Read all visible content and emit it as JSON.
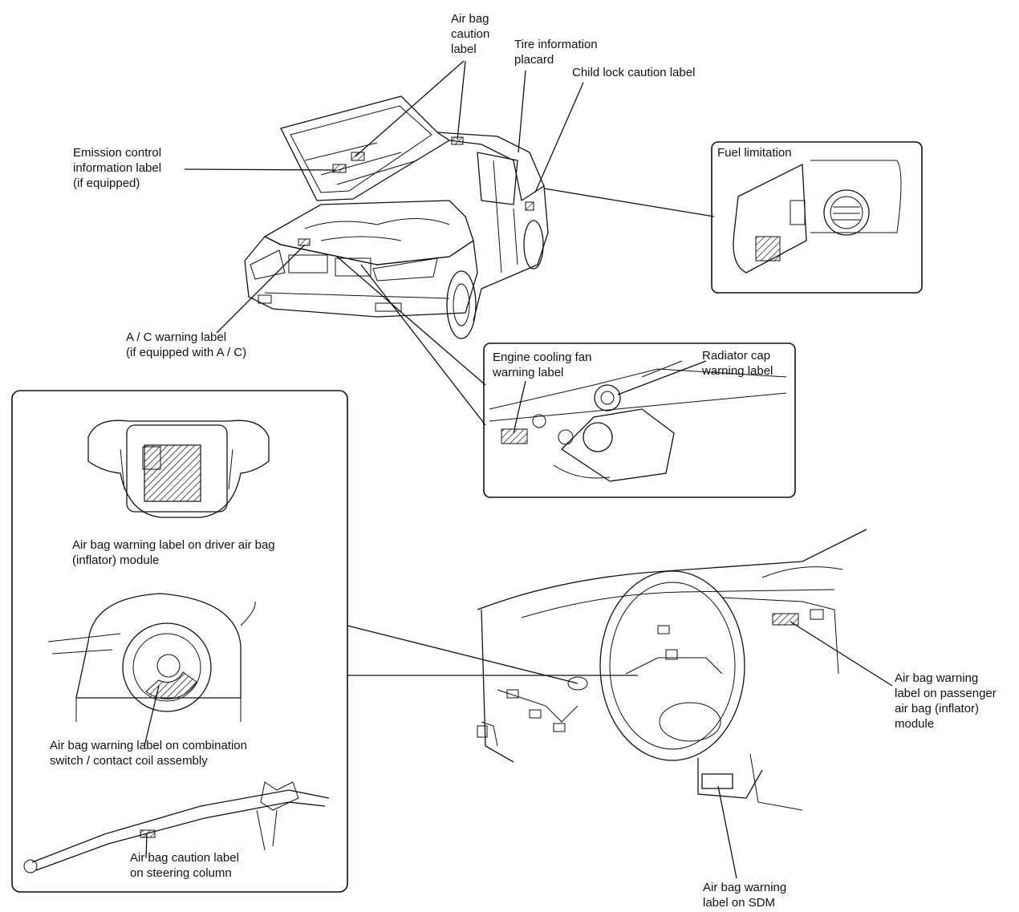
{
  "labels": {
    "airbag_caution": [
      "Air bag",
      "caution",
      "label"
    ],
    "tire_placard": [
      "Tire information",
      "placard"
    ],
    "child_lock": [
      "Child lock caution label"
    ],
    "emission": [
      "Emission control",
      "information label",
      "(if equipped)"
    ],
    "fuel_limitation": [
      "Fuel limitation"
    ],
    "ac_warning": [
      "A / C warning label",
      "(if equipped with A / C)"
    ],
    "cooling_fan": [
      "Engine cooling fan",
      "warning label"
    ],
    "radiator_cap": [
      "Radiator cap",
      "warning label"
    ],
    "driver_airbag": [
      "Air bag warning label on driver air bag",
      "(inflator) module"
    ],
    "combination_switch": [
      "Air bag warning label on combination",
      "switch / contact coil assembly"
    ],
    "steering_column": [
      "Air bag caution label",
      "on steering column"
    ],
    "passenger_airbag": [
      "Air bag warning",
      "label on passenger",
      "air bag (inflator)",
      "module"
    ],
    "sdm": [
      "Air bag warning",
      "label on SDM"
    ]
  }
}
